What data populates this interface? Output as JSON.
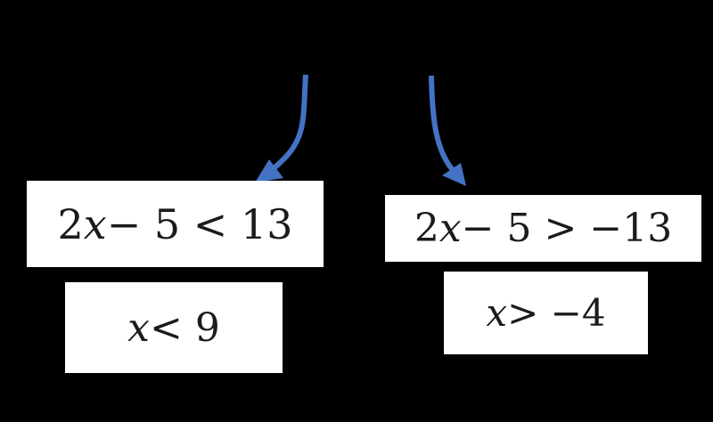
{
  "slide": {
    "background_color": "#000000",
    "box_background_color": "#ffffff",
    "text_color": "#1b1b1b",
    "arrow_color": "#4472c4",
    "arrow_icons": [
      "curved-arrow-down-left-icon",
      "curved-arrow-down-right-icon"
    ]
  },
  "cases": [
    {
      "label": "left-case",
      "equation": {
        "prefix": "2",
        "variable": "x",
        "suffix": " − 5 < 13"
      },
      "solution": {
        "prefix": "",
        "variable": "x",
        "suffix": " < 9"
      }
    },
    {
      "label": "right-case",
      "equation": {
        "prefix": "2",
        "variable": "x",
        "suffix": " − 5 > −13"
      },
      "solution": {
        "prefix": "",
        "variable": "x",
        "suffix": " > −4"
      }
    }
  ]
}
